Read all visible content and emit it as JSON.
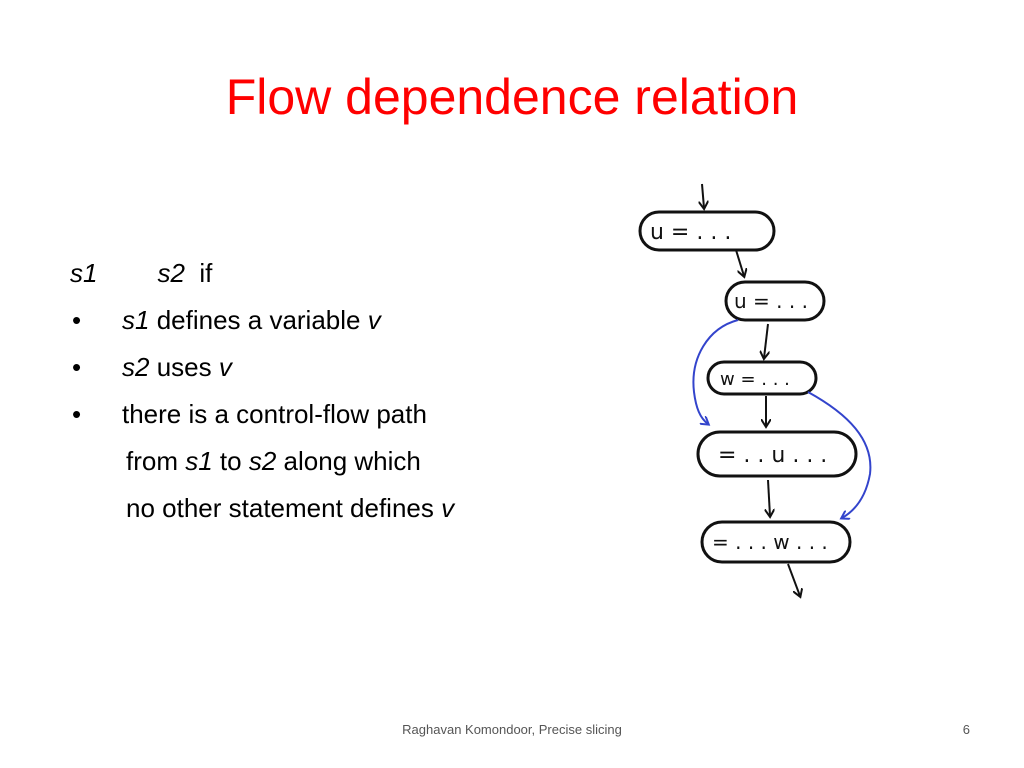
{
  "slide": {
    "title": "Flow dependence relation",
    "heading": {
      "s1": "s1",
      "s2": "s2",
      "if": "if"
    },
    "bullets": [
      {
        "symbol": "•",
        "parts": [
          {
            "t": "s1",
            "i": true
          },
          {
            "t": " defines a variable ",
            "i": false
          },
          {
            "t": "v",
            "i": true
          }
        ]
      },
      {
        "symbol": "•",
        "parts": [
          {
            "t": "s2",
            "i": true
          },
          {
            "t": " uses ",
            "i": false
          },
          {
            "t": "v",
            "i": true
          }
        ]
      },
      {
        "symbol": "•",
        "parts": [
          {
            "t": "there is a control-flow path",
            "i": false
          }
        ]
      }
    ],
    "continuation": [
      {
        "parts": [
          {
            "t": "from ",
            "i": false
          },
          {
            "t": "s1",
            "i": true
          },
          {
            "t": " to ",
            "i": false
          },
          {
            "t": "s2",
            "i": true
          },
          {
            "t": " along which",
            "i": false
          }
        ]
      },
      {
        "parts": [
          {
            "t": "no other statement defines ",
            "i": false
          },
          {
            "t": "v",
            "i": true
          }
        ]
      }
    ],
    "footer": "Raghavan Komondoor, Precise slicing",
    "page_number": "6"
  },
  "diagram": {
    "nodes": [
      "u = . . .",
      "u = . . .",
      "w = . . .",
      "= . . u . . .",
      "= . . . w . . ."
    ],
    "colors": {
      "stroke": "#111111",
      "dependence_edge": "#3344cc"
    }
  },
  "colors": {
    "title": "#ff0000",
    "text": "#000000",
    "footer": "#555555"
  }
}
